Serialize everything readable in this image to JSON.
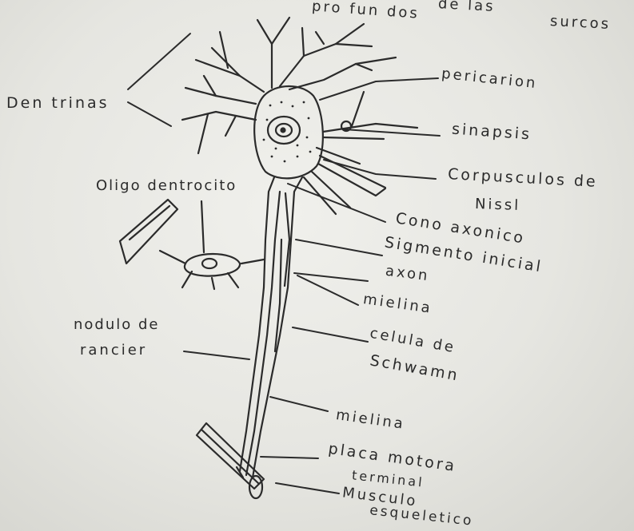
{
  "labels": {
    "top_fragment_1": "pro fun dos",
    "top_fragment_2": "de las",
    "top_fragment_3": "surcos",
    "dentrinas": "Den trinas",
    "pericarion": "pericarion",
    "sinapsis": "sinapsis",
    "corpusculos_1": "Corpusculos de",
    "corpusculos_2": "Nissl",
    "oligodendrocito": "Oligo dentrocito",
    "cono_axonico": "Cono axonico",
    "segmento_inicial": "Sigmento inicial",
    "axon": "axon",
    "mielina_1": "mielina",
    "nodulo_1": "nodulo de",
    "nodulo_2": "rancier",
    "celula_schwann_1": "celula de",
    "celula_schwann_2": "Schwamn",
    "mielina_2": "mielina",
    "placa_motora_1": "placa motora",
    "placa_motora_2": "terminal",
    "musculo_1": "Musculo",
    "musculo_2": "esqueletico"
  },
  "colors": {
    "ink": "#2b2b2b",
    "paper": "#ececE8"
  }
}
